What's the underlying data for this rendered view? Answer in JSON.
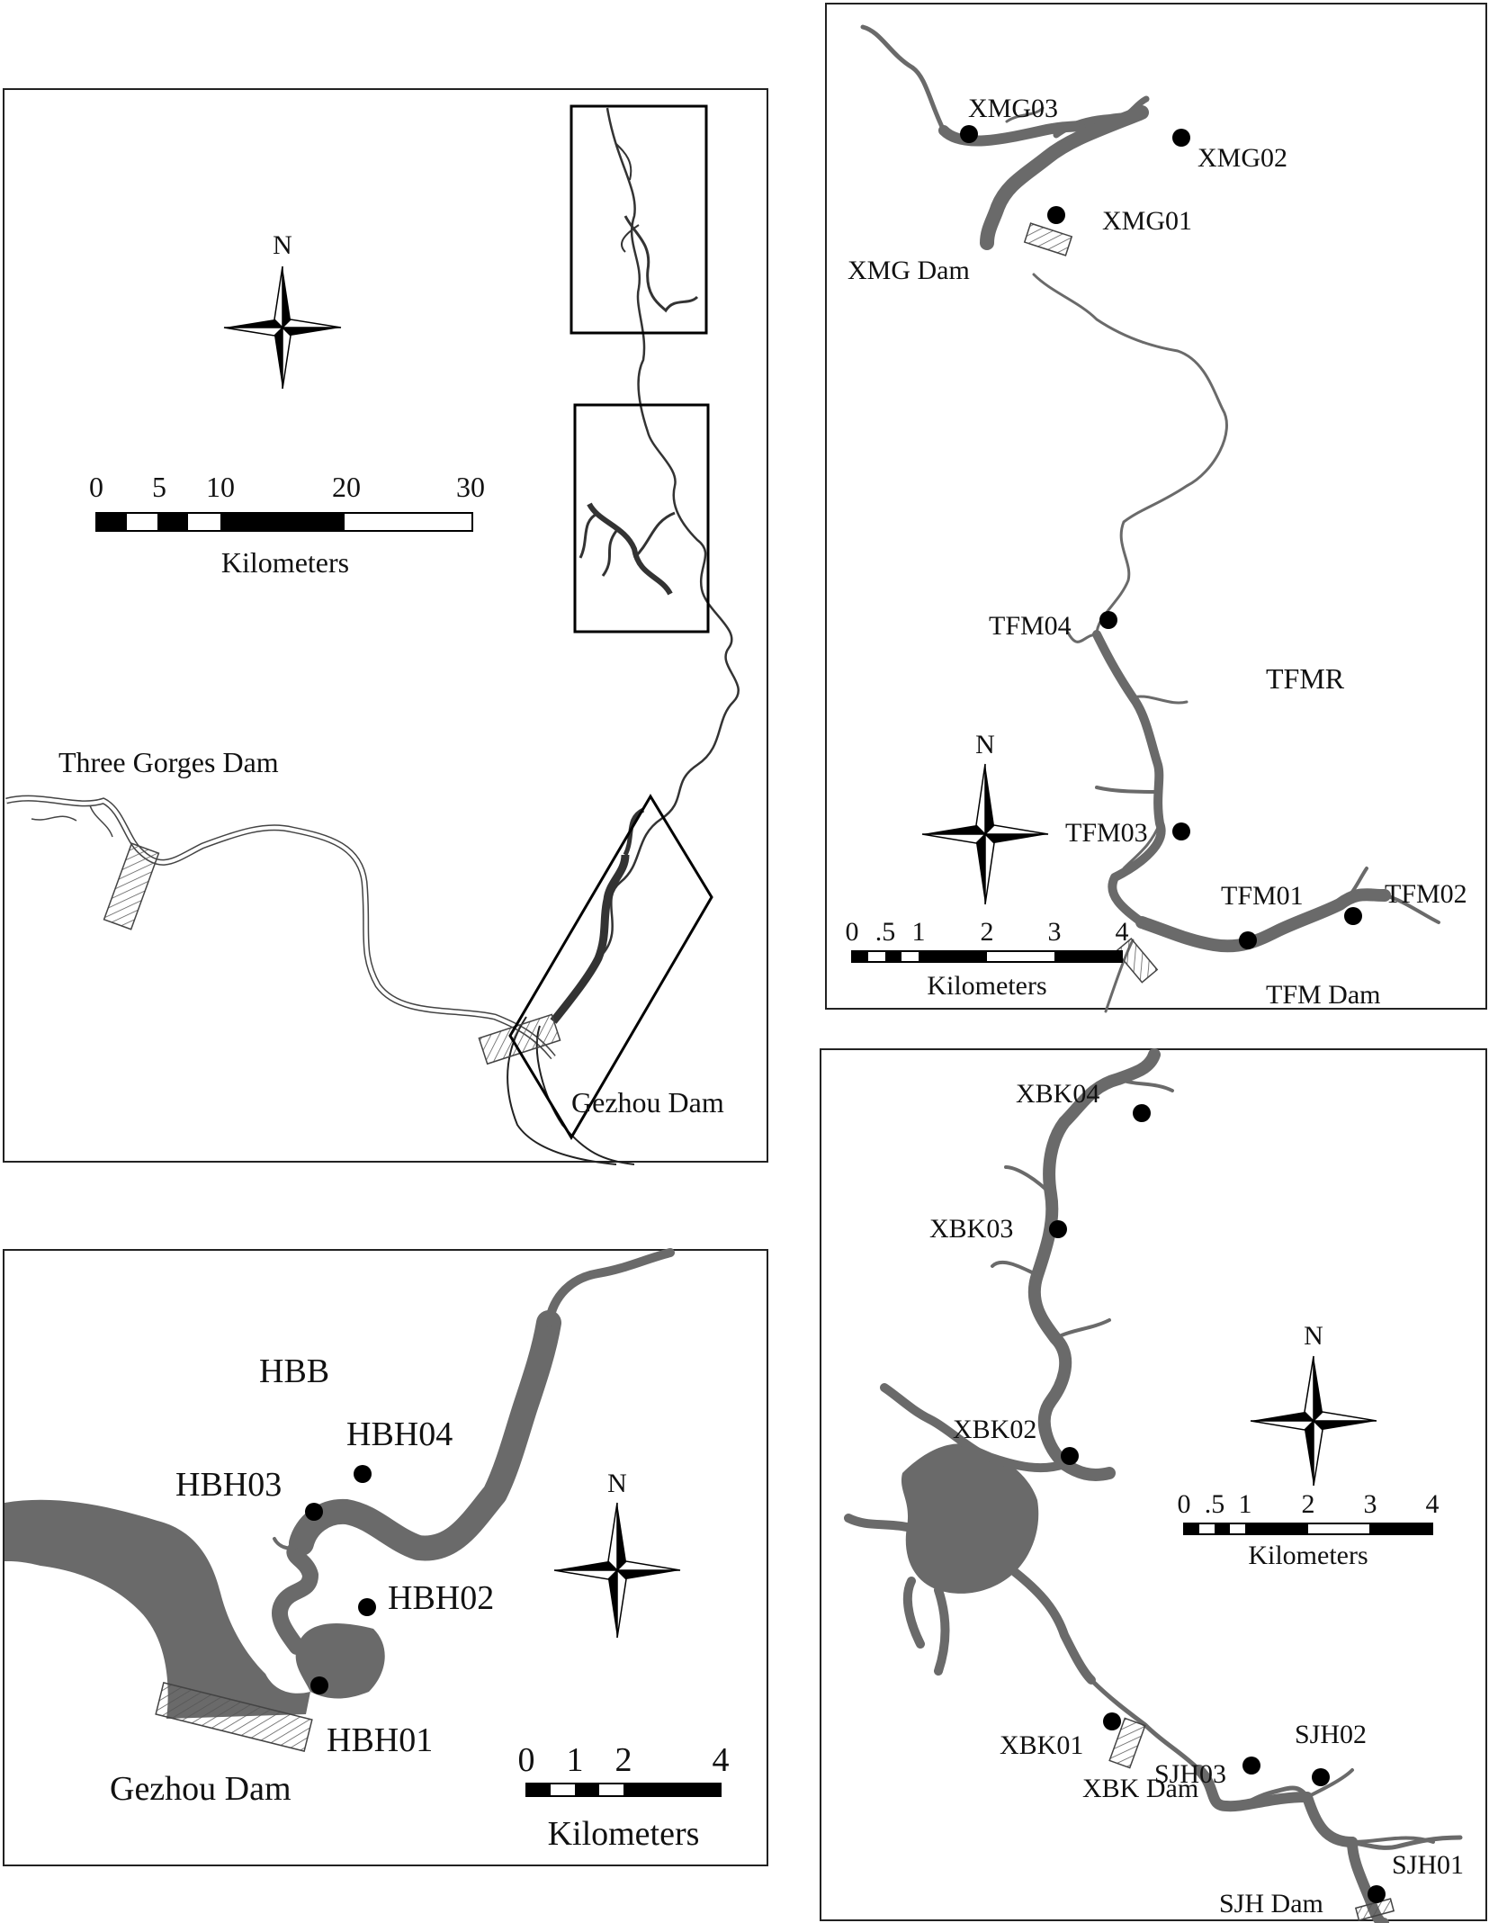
{
  "colors": {
    "water": "#6a6a6a",
    "line": "#222222",
    "hatch": "#555555",
    "background": "#ffffff"
  },
  "overview": {
    "north": "N",
    "scale_ticks": [
      "0",
      "5",
      "10",
      "20",
      "30"
    ],
    "scale_unit": "Kilometers",
    "labels": {
      "three_gorges": "Three Gorges Dam",
      "gezhou": "Gezhou Dam"
    }
  },
  "tfm_panel": {
    "north": "N",
    "scale_ticks": [
      "0",
      ".5",
      "1",
      "2",
      "3",
      "4"
    ],
    "scale_unit": "Kilometers",
    "reservoir": "TFMR",
    "dams": {
      "xmg": "XMG Dam",
      "tfm": "TFM Dam"
    },
    "sites": {
      "xmg03": "XMG03",
      "xmg02": "XMG02",
      "xmg01": "XMG01",
      "tfm04": "TFM04",
      "tfm03": "TFM03",
      "tfm01": "TFM01",
      "tfm02": "TFM02"
    }
  },
  "hbb_panel": {
    "north": "N",
    "scale_ticks": [
      "0",
      "1",
      "2",
      "4"
    ],
    "scale_unit": "Kilometers",
    "reservoir": "HBB",
    "dam": "Gezhou Dam",
    "sites": {
      "hbh04": "HBH04",
      "hbh03": "HBH03",
      "hbh02": "HBH02",
      "hbh01": "HBH01"
    }
  },
  "xbk_panel": {
    "north": "N",
    "scale_ticks": [
      "0",
      ".5",
      "1",
      "2",
      "3",
      "4"
    ],
    "scale_unit": "Kilometers",
    "dams": {
      "xbk": "XBK Dam",
      "sjh": "SJH Dam"
    },
    "sites": {
      "xbk04": "XBK04",
      "xbk03": "XBK03",
      "xbk02": "XBK02",
      "xbk01": "XBK01",
      "sjh03": "SJH03",
      "sjh02": "SJH02",
      "sjh01": "SJH01"
    }
  }
}
